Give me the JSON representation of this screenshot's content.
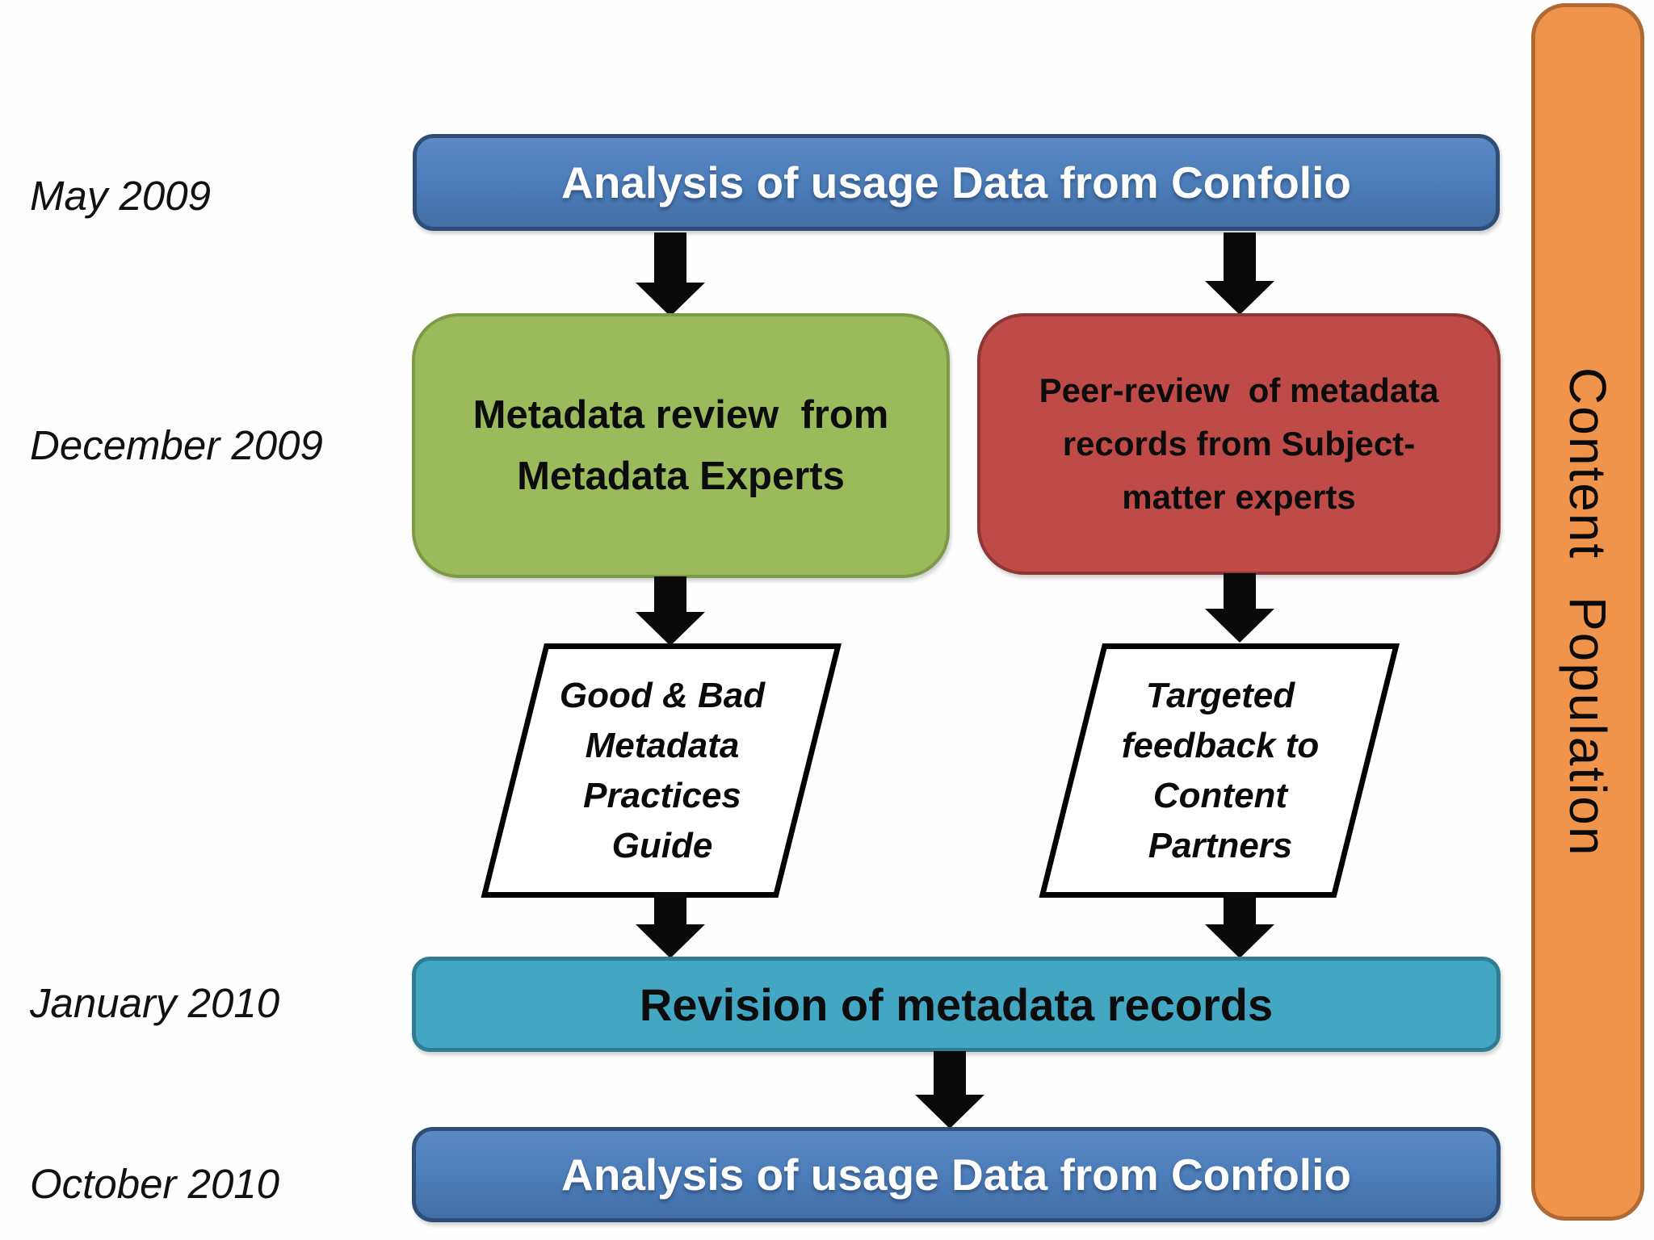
{
  "colors": {
    "blue": "#4a7cb8",
    "blue_hi": "#5b8ac4",
    "blue_border": "#2e4d77",
    "green": "#9bba5c",
    "green_border": "#7e9a48",
    "red": "#be4b47",
    "red_border": "#8d3734",
    "teal": "#43a7c3",
    "teal_border": "#2d7d95",
    "orange": "#f0944c",
    "orange_border": "#b16a33",
    "arrow": "#0a0a0a"
  },
  "timeline": {
    "may": "May 2009",
    "december": "December 2009",
    "january": "January 2010",
    "october": "October 2010"
  },
  "nodes": {
    "analysis_top": {
      "label": "Analysis of usage Data from Confolio"
    },
    "metadata_review": {
      "lines": [
        "Metadata review  from",
        "Metadata Experts"
      ]
    },
    "peer_review": {
      "lines": [
        "Peer-review  of metadata",
        "records from Subject-",
        "matter experts"
      ]
    },
    "practices_guide": {
      "lines": [
        "Good & Bad",
        "Metadata",
        "Practices",
        "Guide"
      ]
    },
    "targeted_feedback": {
      "lines": [
        "Targeted",
        "feedback to",
        "Content",
        "Partners"
      ]
    },
    "revision": {
      "label": "Revision of metadata records"
    },
    "analysis_bottom": {
      "label": "Analysis of usage Data from Confolio"
    }
  },
  "sidebar": {
    "label": "Content Population"
  }
}
